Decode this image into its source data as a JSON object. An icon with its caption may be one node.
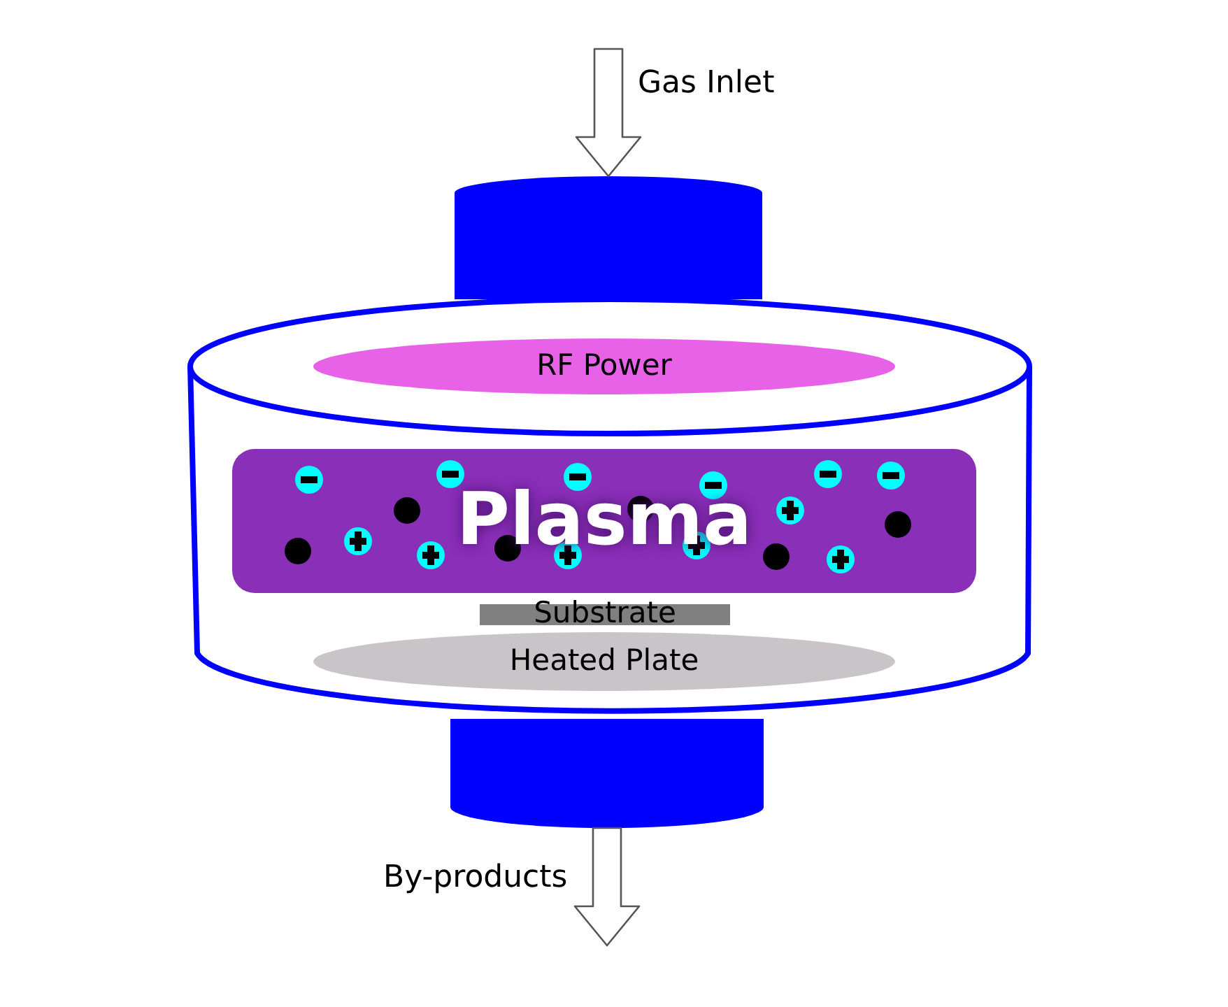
{
  "diagram": {
    "nodes": [
      {
        "text": [],
        "shape": "cylinder"
      },
      {
        "text": [
          "RF Power"
        ],
        "in": 0
      },
      {
        "text": [
          "Plasma"
        ],
        "in": 0
      },
      {
        "text": [
          "Substrate"
        ],
        "in": 0
      },
      {
        "text": [
          "Heated Plate"
        ],
        "in": 0
      },
      {
        "text": [],
        "shape": "cylinder"
      },
      {
        "text": [],
        "shape": "cylinder"
      }
    ],
    "edges": [
      {
        "from": null,
        "to": 5,
        "arrow": "to",
        "label": "Gas Inlet"
      },
      {
        "from": 6,
        "to": null,
        "arrow": "to",
        "label": "By-products"
      }
    ]
  }
}
